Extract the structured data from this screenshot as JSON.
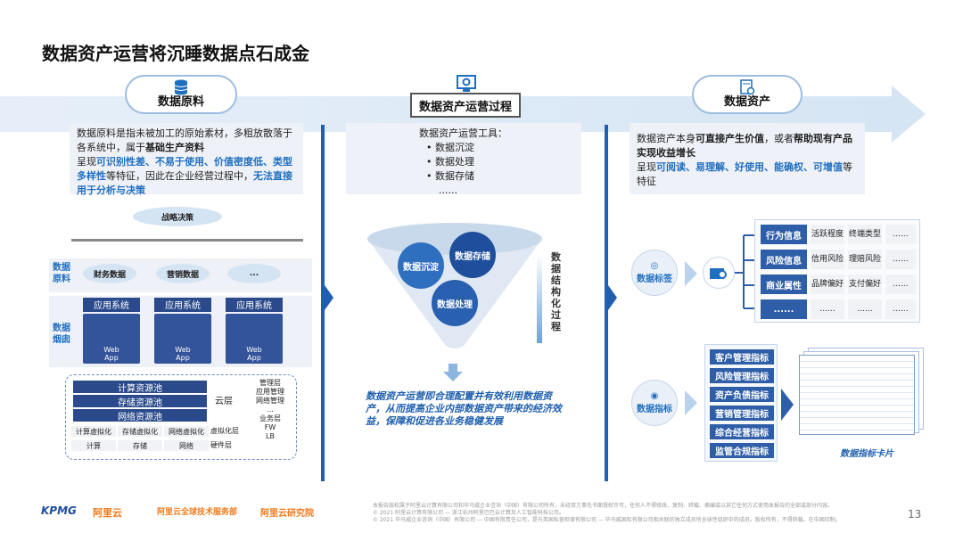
{
  "title": "数据资产运营将沉睡数据点石成金",
  "stages": [
    {
      "label": "数据原料",
      "icon": "database-icon"
    },
    {
      "label": "数据资产运营过程",
      "icon": "gear-screen-icon"
    },
    {
      "label": "数据资产",
      "icon": "document-gear-icon"
    }
  ],
  "left_desc": {
    "p1": "数据原料是指未被加工的原始素材，多粗放散落于各系统中，属于",
    "p1b": "基础生产资料",
    "p2": "呈现",
    "p2h": "可识别性差、不易于使用、价值密度低、类型多样性",
    "p3": "等特征，因此在企业经营过程中，",
    "p3h": "无法直接用于分析与决策"
  },
  "mid_desc": {
    "head": "数据资产运营工具：",
    "items": [
      "数据沉淀",
      "数据处理",
      "数据存储",
      "......"
    ]
  },
  "right_desc": {
    "p1": "数据资产本身",
    "p1h": "可直接产生价值",
    "p2": "，或者",
    "p2b": "帮助现有产品实现收益增长",
    "p3": "呈现",
    "p3h": "可阅读、易理解、好使用、能确权、可增值",
    "p4": "等特征"
  },
  "left_diagram": {
    "decision": "战略决策",
    "row_labels": [
      "数据原料",
      "数据烟囱"
    ],
    "nodes": [
      "财务数据",
      "营销数据",
      "..."
    ],
    "app_label": "应用系统",
    "web": "Web",
    "app": "App",
    "pools": [
      "计算资源池",
      "存储资源池",
      "网络资源池"
    ],
    "cloud": "云层",
    "virt": [
      "计算虚拟化",
      "存储虚拟化",
      "网络虚拟化",
      "虚拟化层"
    ],
    "hw": [
      "计算",
      "存储",
      "网络",
      "硬件层"
    ],
    "right_labels": [
      "管理层",
      "应用管理",
      "网络管理",
      "...",
      "业务层",
      "FW",
      "LB"
    ]
  },
  "funnel": {
    "circles": [
      "数据沉淀",
      "数据存储",
      "数据处理"
    ],
    "vertical": "数据结构化过程",
    "caption": "数据资产运营即合理配置并有效利用数据资产，从而提高企业内部数据资产带来的经济效益，保障和促进各业务稳健发展"
  },
  "tags": {
    "circle": "数据标签",
    "rows": [
      {
        "tag": "行为信息",
        "c": [
          "活跃程度",
          "终端类型",
          "......"
        ]
      },
      {
        "tag": "风险信息",
        "c": [
          "信用风险",
          "理赔风险",
          "......"
        ]
      },
      {
        "tag": "商业属性",
        "c": [
          "品牌偏好",
          "支付偏好",
          "......"
        ]
      },
      {
        "tag": "......",
        "c": [
          "......",
          "......",
          "......"
        ]
      }
    ]
  },
  "indicators": {
    "circle": "数据指标",
    "items": [
      "客户管理指标",
      "风险管理指标",
      "资产负债指标",
      "营销管理指标",
      "综合经营指标",
      "监管合规指标"
    ],
    "card": "数据指标卡片"
  },
  "footer": {
    "logos": [
      "KPMG",
      "阿里云",
      "阿里云全球技术服务部",
      "阿里云研究院"
    ],
    "lines": [
      "本报告版权属于阿里云计算有限公司和毕马威企业咨询（中国）有限公司所有，未经双方事先书面授权许可，任何人不得修改、复制、转载、摘编或以其它任何方式使用本报告的全部或部分内容。",
      "© 2021 阿里云计算有限公司 — 浙江杭州阿里巴巴云计算及人工智能科技公司。",
      "© 2021 毕马威企业咨询（中国）有限公司 — 中国有限责任公司，是与英国私营担保有限公司 — 毕马威国际有限公司相关联的独立成员所全球性组织中的成员。版权所有，不得转载。在中国印制。"
    ],
    "page": "13"
  }
}
